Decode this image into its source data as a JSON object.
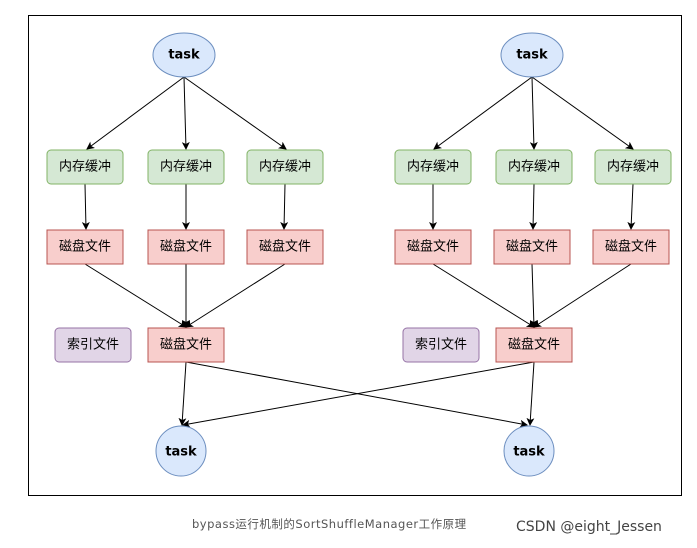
{
  "caption": "bypass运行机制的SortShuffleManager工作原理",
  "watermark": "CSDN @eight_Jessen",
  "colors": {
    "task_fill": "#dae8fc",
    "task_stroke": "#6c8ebf",
    "buffer_fill": "#d5e8d4",
    "buffer_stroke": "#82b366",
    "file_fill": "#f8cecc",
    "file_stroke": "#b85450",
    "index_fill": "#e1d5e7",
    "index_stroke": "#9673a6"
  },
  "nodes": {
    "left_task": "task",
    "right_task": "task",
    "left_buffers": [
      "内存缓冲",
      "内存缓冲",
      "内存缓冲"
    ],
    "right_buffers": [
      "内存缓冲",
      "内存缓冲",
      "内存缓冲"
    ],
    "left_disk_files": [
      "磁盘文件",
      "磁盘文件",
      "磁盘文件"
    ],
    "right_disk_files": [
      "磁盘文件",
      "磁盘文件",
      "磁盘文件"
    ],
    "left_index": "索引文件",
    "right_index": "索引文件",
    "left_merged": "磁盘文件",
    "right_merged": "磁盘文件",
    "bottom_left_task": "task",
    "bottom_right_task": "task"
  }
}
